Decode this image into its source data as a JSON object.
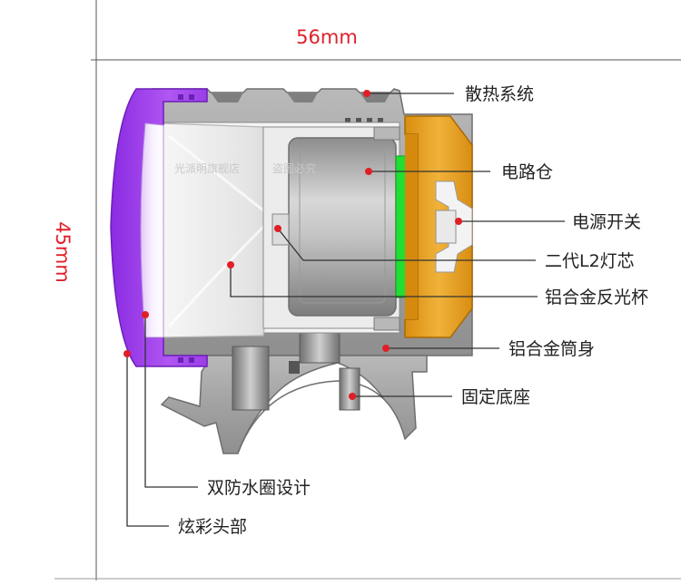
{
  "dimensions": {
    "width": "56mm",
    "height": "45mm"
  },
  "watermark": {
    "left": "光派明旗舰店",
    "right": "盗图必究"
  },
  "callouts": {
    "heat_sink": "散热系统",
    "circuit_chamber": "电路仓",
    "power_switch": "电源开关",
    "led_core": "二代L2灯芯",
    "reflector": "铝合金反光杯",
    "body_tube": "铝合金筒身",
    "mount_base": "固定底座",
    "seal_rings": "双防水圈设计",
    "head": "炫彩头部"
  },
  "colors": {
    "head": "#9b3de8",
    "cap": "#e6a21e",
    "board": "#22dd33",
    "metal": "#9c9c9c",
    "marker": "#e01e26"
  }
}
